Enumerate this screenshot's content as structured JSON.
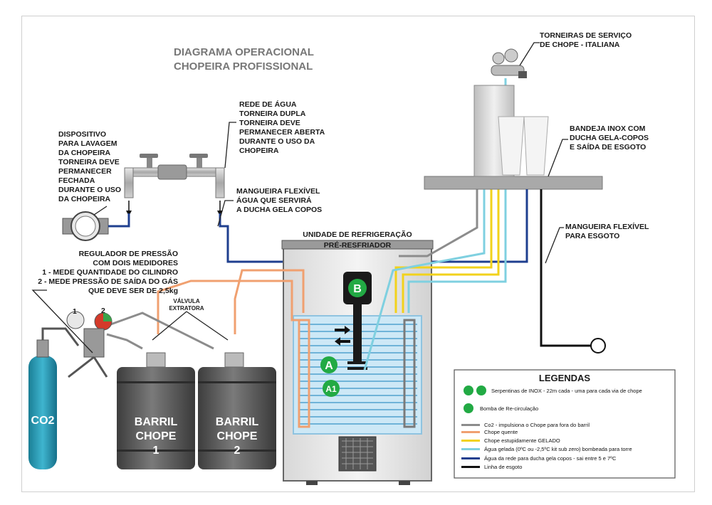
{
  "title": [
    "DIAGRAMA OPERACIONAL",
    "CHOPEIRA PROFISSIONAL"
  ],
  "labels": {
    "torneiras": [
      "TORNEIRAS DE SERVIÇO",
      "DE CHOPE - ITALIANA"
    ],
    "rede_agua": [
      "REDE DE ÁGUA",
      "TORNEIRA DUPLA",
      "TORNEIRA DEVE",
      "PERMANECER ABERTA",
      "DURANTE O USO DA",
      "CHOPEIRA"
    ],
    "dispositivo": [
      "DISPOSITIVO",
      "PARA LAVAGEM",
      "DA CHOPEIRA",
      "TORNEIRA DEVE",
      "PERMANECER",
      "FECHADA",
      "DURANTE O USO",
      "DA CHOPEIRA"
    ],
    "bandeja": [
      "BANDEJA INOX COM",
      "DUCHA GELA-COPOS",
      "E SAÍDA DE ESGOTO"
    ],
    "mangueira_ducha": [
      "MANGUEIRA FLEXÍVEL",
      "ÁGUA QUE SERVIRÁ",
      "A DUCHA GELA COPOS"
    ],
    "mangueira_esgoto": [
      "MANGUEIRA FLEXÍVEL",
      "PARA ESGOTO"
    ],
    "regulador": [
      "REGULADOR DE PRESSÃO",
      "COM DOIS MEDIDORES",
      "1 - MEDE QUANTIDADE DO CILINDRO",
      "2 - MEDE PRESSÃO DE SAÍDA DO GÁS",
      "QUE DEVE SER DE 2,5kg"
    ],
    "valvula": [
      "VÁLVULA",
      "EXTRATORA"
    ],
    "unidade": [
      "UNIDADE DE REFRIGERAÇÃO",
      "PRÉ-RESFRIADOR"
    ],
    "co2": "CO2",
    "barril1": [
      "BARRIL",
      "CHOPE",
      "1"
    ],
    "barril2": [
      "BARRIL",
      "CHOPE",
      "2"
    ],
    "gauge1": "1",
    "gauge2": "2",
    "marker_a": "A",
    "marker_a1": "A1",
    "marker_b": "B"
  },
  "legend": {
    "title": "LEGENDAS",
    "serpentina_text": "Serpentinas de INOX - 22m cada - uma para cada via de chope",
    "bomba_text": "Bomba de Re-circulação",
    "lines": [
      {
        "color": "#8c8c8c",
        "text": "Co2 - impulsiona o Chope para fora do barril"
      },
      {
        "color": "#f0a070",
        "text": "Chope quente"
      },
      {
        "color": "#f2d21b",
        "text": "Chope estupidamente GELADO"
      },
      {
        "color": "#7fd0e0",
        "text": "Água gelada (0ºC ou -2,5ºC kit sub zero) bombeada para torre"
      },
      {
        "color": "#1f3f8f",
        "text": "Água da rede para ducha gela copos - sai entre 5 e 7ºC"
      },
      {
        "color": "#111111",
        "text": "Linha de esgoto"
      }
    ]
  },
  "colors": {
    "co2": "#8c8c8c",
    "chope_quente": "#f0a070",
    "chope_gelado": "#f2d21b",
    "agua_gelada": "#7fd0e0",
    "agua_rede": "#1f3f8f",
    "esgoto": "#111111",
    "cylinder": "#1f8fa8",
    "keg": "#5a5a5a",
    "marker": "#22aa44"
  }
}
